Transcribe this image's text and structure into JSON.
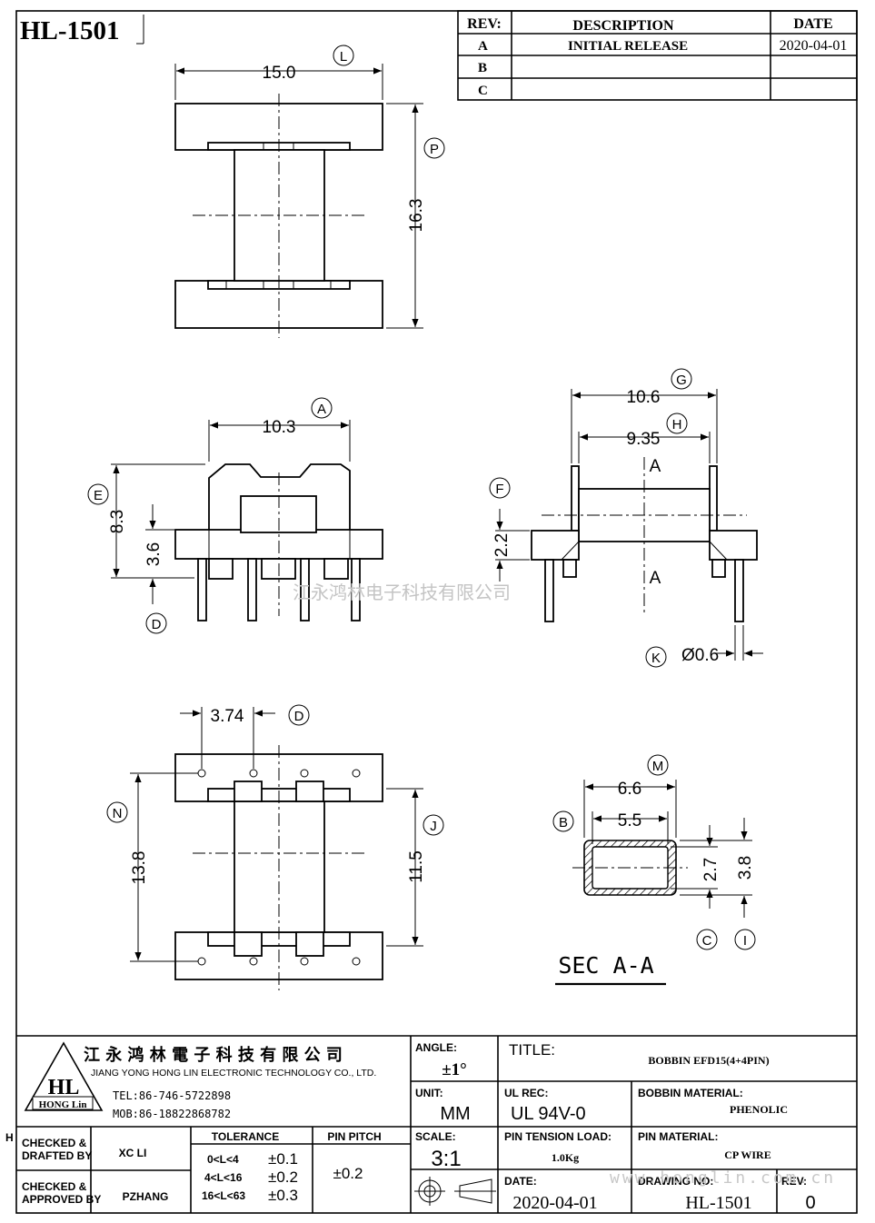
{
  "drawing_id": "HL-1501",
  "revision_table": {
    "headers": {
      "rev": "REV:",
      "description": "DESCRIPTION",
      "date": "DATE"
    },
    "rows": [
      {
        "rev": "A",
        "description": "INITIAL  RELEASE",
        "date": "2020-04-01"
      },
      {
        "rev": "B",
        "description": "",
        "date": ""
      },
      {
        "rev": "C",
        "description": "",
        "date": ""
      }
    ]
  },
  "views": {
    "top": {
      "width": "15.0",
      "width_tag": "L",
      "height": "16.3",
      "height_tag": "P"
    },
    "front": {
      "width": "10.3",
      "width_tag": "A",
      "height": "8.3",
      "height_tag": "E",
      "base": "3.6",
      "pin_tag": "D"
    },
    "side": {
      "outer": "10.6",
      "outer_tag": "G",
      "inner": "9.35",
      "inner_tag": "H",
      "flange": "2.2",
      "flange_tag": "F",
      "pin_dia": "Ø0.6",
      "pin_tag": "K",
      "section_mark": "A"
    },
    "bottom": {
      "pitch": "3.74",
      "pitch_tag": "D",
      "pin_span": "13.8",
      "pin_span_tag": "N",
      "inner": "11.5",
      "inner_tag": "J"
    },
    "section": {
      "outer_w": "6.6",
      "outer_w_tag": "M",
      "inner_w": "5.5",
      "inner_w_tag": "B",
      "inner_h": "2.7",
      "inner_h_tag": "C",
      "outer_h": "3.8",
      "outer_h_tag": "I",
      "label": "SEC  A-A"
    }
  },
  "watermark": "江永鸿林电子科技有限公司",
  "watermark_url": "www.honglin.com.cn",
  "title_block": {
    "company_cn": "江 永 鸿 林 電 子 科 技 有 限 公 司",
    "company_en": "JIANG YONG HONG LIN ELECTRONIC TECHNOLOGY CO., LTD.",
    "logo_text": "HL",
    "logo_sub": "HONG Lin",
    "tel": "TEL:86-746-5722898",
    "mob": "MOB:86-18822868782",
    "angle_label": "ANGLE:",
    "angle_value": "±1°",
    "title_label": "TITLE:",
    "title_value": "BOBBIN EFD15(4+4PIN)",
    "unit_label": "UNIT:",
    "unit_value": "MM",
    "ul_label": "UL REC:",
    "ul_value": "UL 94V-0",
    "bobbin_material_label": "BOBBIN MATERIAL:",
    "bobbin_material_value": "PHENOLIC",
    "checked_drafted_label": "CHECKED & DRAFTED BY",
    "checked_drafted_value": "XC LI",
    "tolerance_label": "TOLERANCE",
    "tolerances": [
      {
        "range": "0<L<4",
        "value": "±0.1"
      },
      {
        "range": "4<L<16",
        "value": "±0.2"
      },
      {
        "range": "16<L<63",
        "value": "±0.3"
      }
    ],
    "pin_pitch_label": "PIN PITCH",
    "pin_pitch_value": "±0.2",
    "scale_label": "SCALE:",
    "scale_value": "3:1",
    "pin_tension_label": "PIN TENSION LOAD:",
    "pin_tension_value": "1.0Kg",
    "pin_material_label": "PIN MATERIAL:",
    "pin_material_value": "CP WIRE",
    "checked_approved_label": "CHECKED & APPROVED BY",
    "checked_approved_value": "PZHANG",
    "date_label": "DATE:",
    "date_value": "2020-04-01",
    "drawing_no_label": "DRAWING NO:",
    "drawing_no_value": "HL-1501",
    "rev_label": "REV:",
    "rev_value": "0",
    "margin_mark": "H"
  }
}
